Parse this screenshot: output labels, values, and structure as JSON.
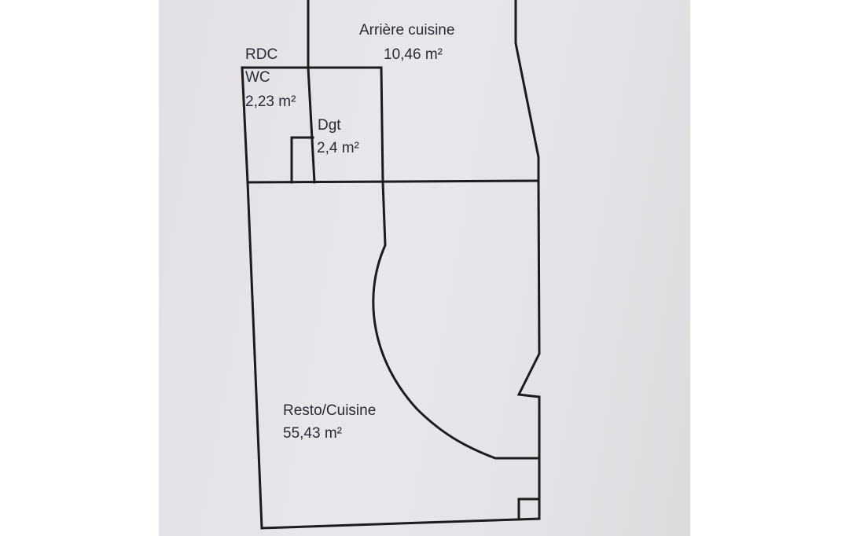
{
  "floor": {
    "label": "RDC"
  },
  "rooms": [
    {
      "name": "Arrière cuisine",
      "area": "10,46  m²"
    },
    {
      "name": "WC",
      "area": "2,23  m²"
    },
    {
      "name": "Dgt",
      "area": "2,4  m²"
    },
    {
      "name": "Resto/Cuisine",
      "area": "55,43  m²"
    }
  ]
}
